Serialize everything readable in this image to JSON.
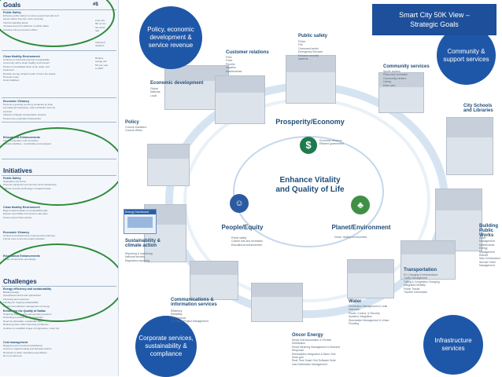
{
  "left": {
    "goals_title": "Goals",
    "goals_hash": "#$",
    "goals": [
      {
        "title": "Public Safety",
        "lines": [
          "Enhance public safety to ensure people feel safe and",
          "secure where they live, work, and play",
          "Improve standing areas",
          "Increase level of confidence in public safety",
          "Increase crime prevention efforts"
        ]
      },
      {
        "title": "Clean Healthy Environment",
        "lines": [
          "Continue to build and promote a sustainable",
          "community with a clean healthy environment",
          "Protect & consolidate flows of air, water, and",
          "implement",
          "Develop energy recapture plan to hone the assets",
          "Promote reuse",
          "Grow initiatives"
        ]
      },
      {
        "title": "Economic Vibrancy",
        "lines": [
          "Promote a growing economy sustained by local",
          "international businesses, visitor attraction and city",
          "services",
          "Advance strategic transportation projects",
          "Pursue new expanded infrastructure"
        ]
      },
      {
        "title": "Educational Enhancements",
        "lines": [
          "Support education and innovation",
          "Enhance facilities - comfortable and equipped"
        ]
      }
    ],
    "goals_col2": [
      "From the",
      "5th on ton",
      "the stand",
      "rate",
      "Improved",
      "relations",
      "Reduce",
      "energy use",
      "5% per year",
      "to 2025"
    ],
    "initiatives_title": "Initiatives",
    "initiatives": [
      {
        "title": "Public Safety",
        "lines": [
          "Strengthen city forces",
          "Promote equipment procurement and maintenance",
          "Improve security technology in targeted areas"
        ]
      },
      {
        "title": "Clean Healthy Environment",
        "lines": [
          "Begin implementation of sustainability plan",
          "Explore new Dallas Go! Great & solar plan",
          "Pursue Green Fleet options"
        ]
      },
      {
        "title": "Economic Vibrancy",
        "lines": [
          "Limited and infrastructure improvements planning",
          "Funnel more economic project activities"
        ]
      },
      {
        "title": "Educational Enhancements",
        "lines": [
          "Library construction and design"
        ]
      }
    ],
    "challenges_title": "Challenges",
    "challenges": [
      {
        "title": "Energy efficiency and sustainability",
        "lines": [
          "Building design",
          "Operational control and optimization",
          "Financing and resources",
          "Funding for ongoing sustainability",
          "Access and effective management of energy"
        ]
      },
      {
        "title": "Enhancing the Quality of Dallas",
        "lines": [
          "Small city departments and operating systems",
          "Promoting a positive public perception",
          "Need for actionable, sustainable plan",
          "Reducing crime while improving confidence",
          "Continue to establish image of progressive, smart city"
        ]
      },
      {
        "title": "Cost management",
        "lines": [
          "Budgeting and investment distribution",
          "Access to capital funding and financial options",
          "Necessity to lower operating expenditures",
          "Do more with less"
        ]
      }
    ]
  },
  "annotation": {
    "line1": "Smart City 50K View –",
    "line2": "Strategic Goals"
  },
  "circles": {
    "policy": "Policy, economic development & service revenue",
    "community": "Community & support services",
    "corporate": "Corporate services, sustainability & compliance",
    "infrastructure": "Infrastructure services"
  },
  "center": {
    "title1": "Enhance Vitality",
    "title2": "and Quality of Life",
    "prosperity": "Prosperity/Economy",
    "prosperity_sub": [
      "Economic vibrancy",
      "Efficient government"
    ],
    "people": "People/Equity",
    "people_sub": [
      "Public safety",
      "Culture arts and recreation",
      "Educational enhancement"
    ],
    "planet": "Planet/Environment",
    "planet_sub": [
      "Clean, healthy environment"
    ]
  },
  "labels": {
    "economic_dev": {
      "title": "Economic development",
      "sub": [
        "Global",
        "National",
        "Local"
      ]
    },
    "customer": {
      "title": "Customer relations",
      "sub": [
        "Fees",
        "Fines",
        "Permits",
        "Inquiries",
        "Assessments"
      ]
    },
    "public_safety": {
      "title": "Public safety",
      "sub": [
        "Police",
        "Fire",
        "Command center",
        "Emergency Services",
        "Enhance security",
        "systems"
      ]
    },
    "community_services": {
      "title": "Community services",
      "sub": [
        "Sports centers",
        "Parks and recreation",
        "Community centers",
        "Library",
        "Elder care"
      ]
    },
    "policy": {
      "title": "Policy",
      "sub": [
        "Council chambers",
        "Council offices"
      ]
    },
    "schools": {
      "title": "City Schools and Libraries",
      "sub": []
    },
    "sustainability": {
      "title": "Sustainability & climate action",
      "sub": [
        "Reporting & monitoring",
        "National security",
        "Regulatory reporting"
      ]
    },
    "building": {
      "title": "Building Public Works",
      "sub": [
        "Asset Management",
        "Maintenance",
        "Energy Management",
        "Retrofit",
        "New Construction",
        "Service Order Management"
      ]
    },
    "transportation": {
      "title": "Transportation",
      "sub": [
        "EV Charging & Infrastructure",
        "Traffic Management",
        "Tolling & Congestion Charging",
        "Integrated Mobility",
        "Public Transit",
        "Traveler Information"
      ]
    },
    "communications": {
      "title": "Communications & information services",
      "sub": [
        "Efficiency",
        "Reliability",
        "Performance",
        "Security & Project Management"
      ]
    },
    "water": {
      "title": "Water",
      "sub": [
        "Distribution Management & Leak",
        "Detection",
        "Power, Control, & Security",
        "Systems Integration",
        "Stormwater Management & Urban",
        "Flooding"
      ]
    },
    "oncor": {
      "title": "Oncor Energy",
      "sub": [
        "Smart Grid Automation & Flexible",
        "Distribution",
        "Smart Metering Management & Demand",
        "Response",
        "Renewables Integration & Micro Grid",
        "Solar grid",
        "Real-Time Smart Grid Software Suite",
        "Gas Distribution Management"
      ]
    }
  },
  "energy_dashboard": "Energy Dashboard"
}
